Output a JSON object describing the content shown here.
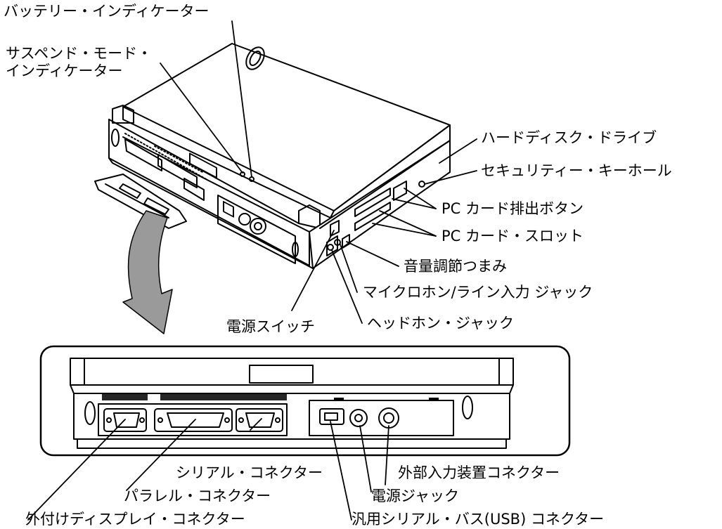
{
  "labels": {
    "battery_indicator": "バッテリー・インディケーター",
    "suspend_indicator_line1": "サスペンド・モード・",
    "suspend_indicator_line2": "インディケーター",
    "hard_disk_drive": "ハードディスク・ドライブ",
    "security_keyhole": "セキュリティー・キーホール",
    "pc_card_eject_button": "PC カード排出ボタン",
    "pc_card_slot": "PC カード・スロット",
    "volume_knob": "音量調節つまみ",
    "mic_line_in_jack": "マイクロホン/ライン入力 ジャック",
    "headphone_jack": "ヘッドホン・ジャック",
    "power_switch": "電源スイッチ",
    "serial_connector": "シリアル・コネクター",
    "parallel_connector": "パラレル・コネクター",
    "external_display_connector": "外付けディスプレイ・コネクター",
    "external_input_connector": "外部入力装置コネクター",
    "power_jack": "電源ジャック",
    "usb_connector": "汎用シリアル・バス(USB) コネクター"
  },
  "colors": {
    "line": "#000000",
    "arrow_fill": "#9a9a9a",
    "background": "#ffffff"
  }
}
